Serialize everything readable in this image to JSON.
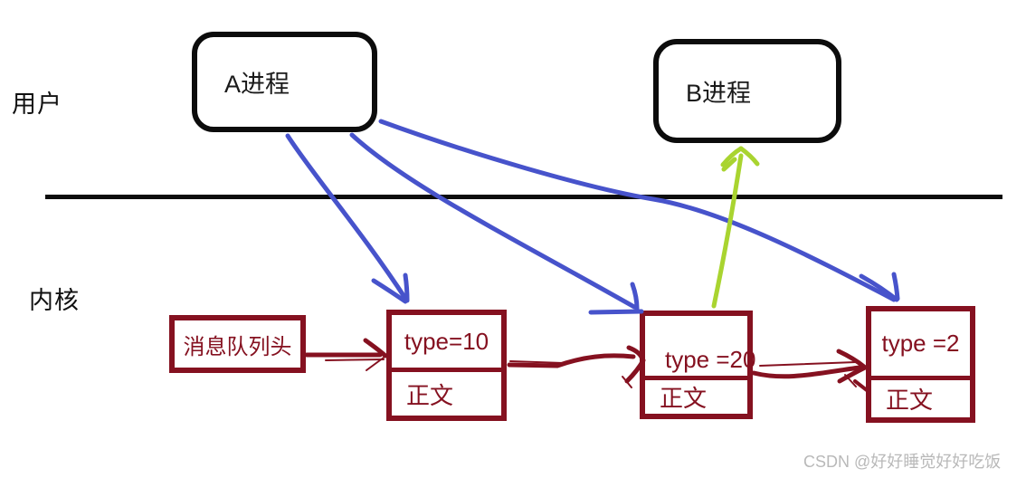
{
  "diagram": {
    "title_context": "message-queue IPC diagram",
    "labels": {
      "user_space": "用户",
      "kernel_space": "内核"
    },
    "processes": [
      {
        "id": "a",
        "label": "A进程"
      },
      {
        "id": "b",
        "label": "B进程"
      }
    ],
    "queue": {
      "head_label": "消息队列头",
      "nodes": [
        {
          "type_label": "type=10",
          "body_label": "正文"
        },
        {
          "type_label": "type =20",
          "body_label": "正文"
        },
        {
          "type_label": "type =2",
          "body_label": "正文"
        }
      ]
    },
    "colors": {
      "process_border": "#0c0c0c",
      "divider": "#0c0c0c",
      "queue_maroon": "#851120",
      "send_arrow_blue": "#4753cb",
      "receive_arrow_green": "#a9d430",
      "watermark_gray": "#b9b9b9"
    },
    "watermark": "CSDN @好好睡觉好好吃饭"
  }
}
